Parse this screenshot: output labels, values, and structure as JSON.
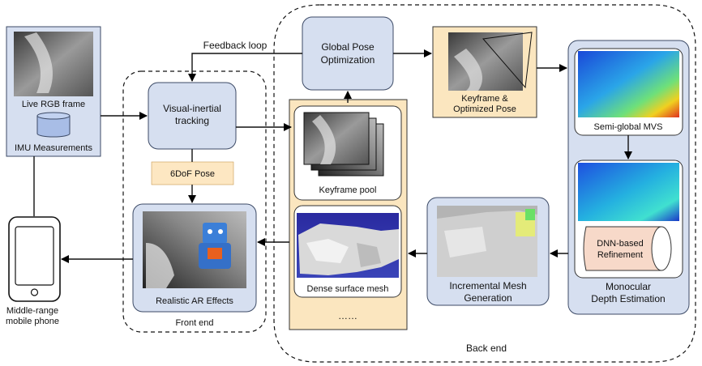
{
  "labels": {
    "feedback_loop": "Feedback loop",
    "live_rgb": "Live RGB frame",
    "imu": "IMU Measurements",
    "vi_tracking_1": "Visual-inertial",
    "vi_tracking_2": "tracking",
    "pose_6dof": "6DoF Pose",
    "ar_effects": "Realistic AR Effects",
    "front_end": "Front end",
    "phone_1": "Middle-range",
    "phone_2": "mobile phone",
    "gpo_1": "Global Pose",
    "gpo_2": "Optimization",
    "kf_opt_1": "Keyframe &",
    "kf_opt_2": "Optimized Pose",
    "keyframe_pool": "Keyframe pool",
    "dense_mesh": "Dense surface mesh",
    "ellipsis": "……",
    "inc_mesh_1": "Incremental Mesh",
    "inc_mesh_2": "Generation",
    "sg_mvs": "Semi-global MVS",
    "dnn_1": "DNN-based",
    "dnn_2": "Refinement",
    "mono_1": "Monocular",
    "mono_2": "Depth Estimation",
    "back_end": "Back end"
  },
  "colors": {
    "node_fill": "#d6dff0",
    "node_stroke": "#3c4a66",
    "pool_fill": "#fbe6bf",
    "pose_fill": "#fde7c2",
    "dnn_fill": "#f7d9c9",
    "imu_fill": "#a8bde6"
  }
}
